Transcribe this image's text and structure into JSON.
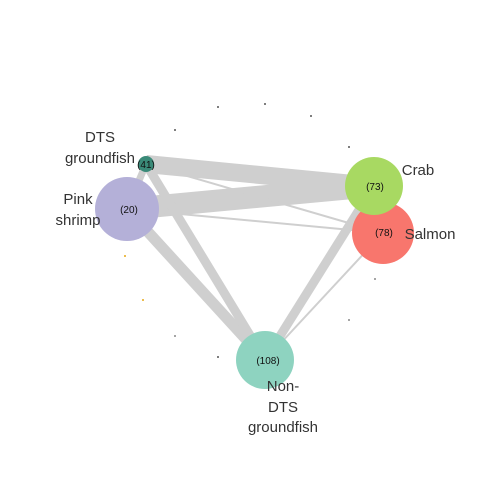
{
  "network": {
    "nodes": [
      {
        "id": "dts",
        "label_lines": [
          "DTS",
          "groundfish"
        ],
        "count": "(41)",
        "color": "#3a8a78"
      },
      {
        "id": "pink",
        "label_lines": [
          "Pink",
          "shrimp"
        ],
        "count": "(20)",
        "color": "#b4b0d8"
      },
      {
        "id": "crab",
        "label_lines": [
          "Crab"
        ],
        "count": "(73)",
        "color": "#a8d962"
      },
      {
        "id": "salmon",
        "label_lines": [
          "Salmon"
        ],
        "count": "(78)",
        "color": "#f8766d"
      },
      {
        "id": "nondts",
        "label_lines": [
          "Non-",
          "DTS",
          "groundfish"
        ],
        "count": "(108)",
        "color": "#8ed3c0"
      }
    ],
    "edge_color": "#cfcfcf",
    "minor_node_colors": [
      "#555555",
      "#e6a817",
      "#888888"
    ]
  }
}
